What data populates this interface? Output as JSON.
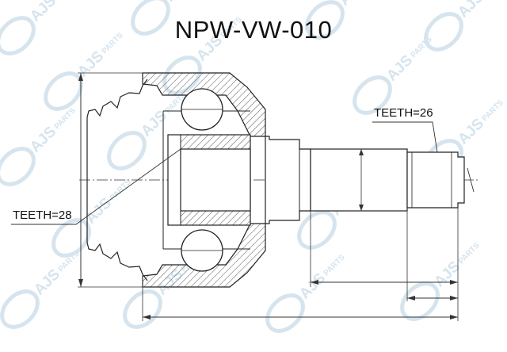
{
  "title": "NPW-VW-010",
  "labels": {
    "teeth_shaft": "TEETH=26",
    "teeth_inner": "TEETH=28"
  },
  "watermark": {
    "text": "AJS PARTS",
    "color": "#cfe0ec"
  },
  "colors": {
    "line": "#222222",
    "hatch": "#555555",
    "dimension": "#333333"
  }
}
